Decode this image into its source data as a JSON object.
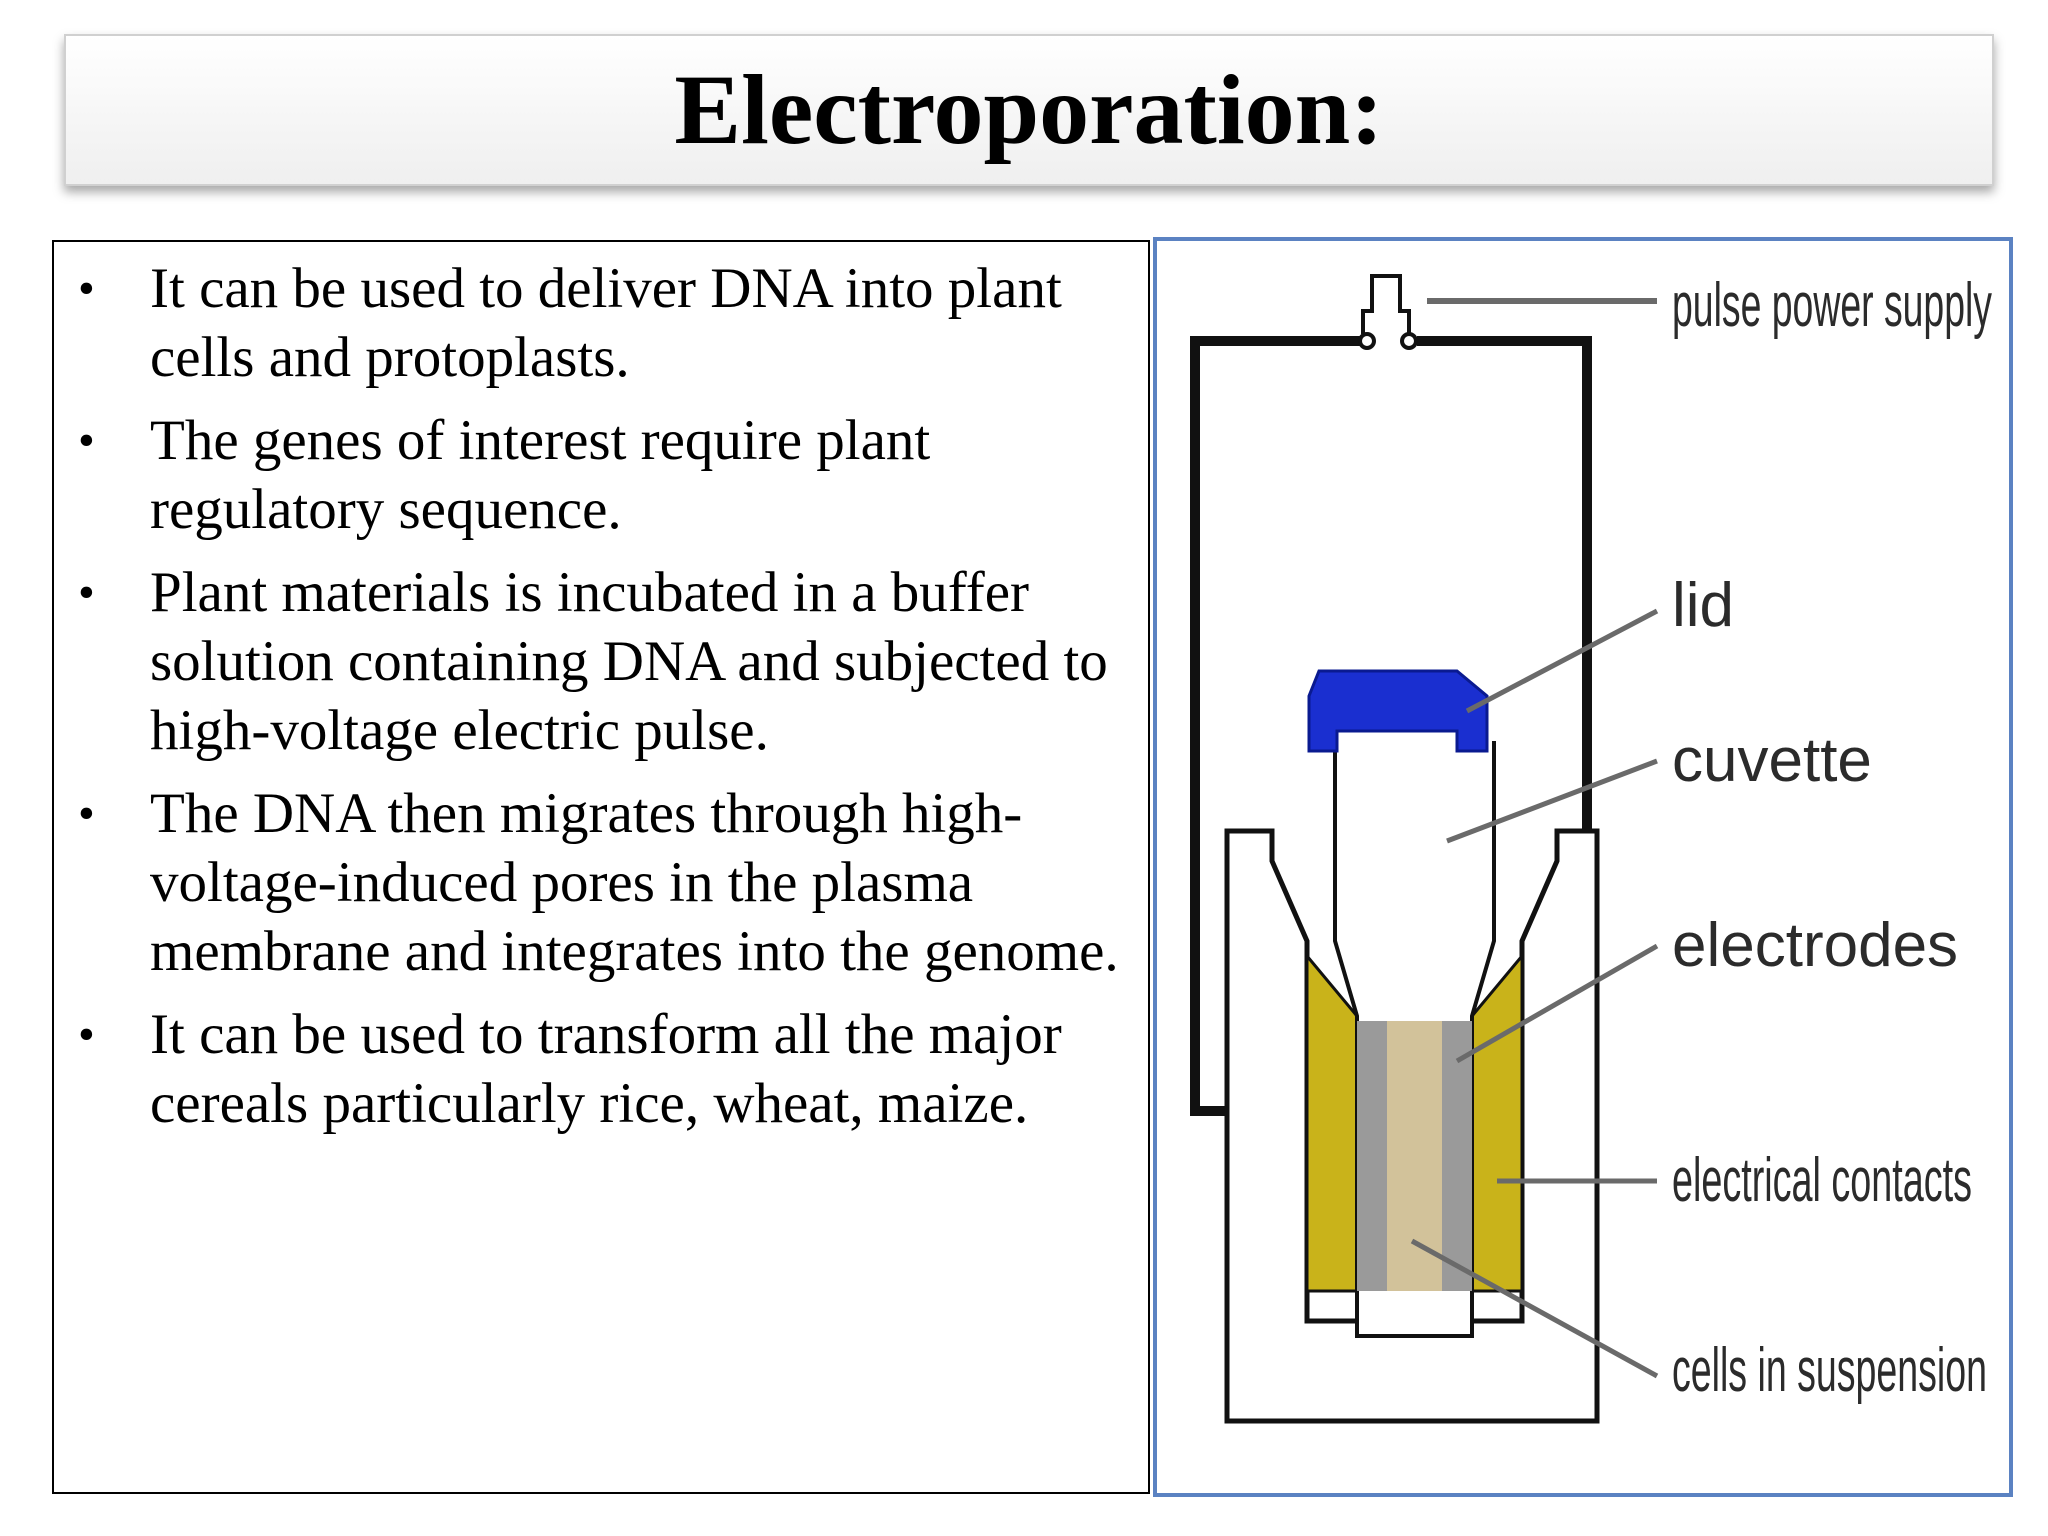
{
  "slide": {
    "title": "Electroporation:"
  },
  "bullets": [
    "It can be used to deliver DNA into plant cells and protoplasts.",
    "The genes of interest require plant regulatory sequence.",
    "Plant materials is incubated in a buffer solution containing DNA and subjected to high-voltage electric pulse.",
    "The DNA then migrates through high-voltage-induced pores in the plasma membrane and integrates into the genome.",
    "It can be used to transform all the major cereals particularly rice, wheat, maize."
  ],
  "bullet_marker": "•",
  "diagram": {
    "labels": {
      "pulse_power_supply": "pulse power supply",
      "lid": "lid",
      "cuvette": "cuvette",
      "electrodes": "electrodes",
      "electrical_contacts": "electrical contacts",
      "cells_in_suspension": "cells in suspension"
    },
    "colors": {
      "lid": "#1a2fd0",
      "electrical_contacts": "#c9b31a",
      "electrodes": "#9a9a9a",
      "cells_in_suspension": "#d2c29a",
      "wire": "#111111",
      "leader_line": "#6a6a6a",
      "frame_border": "#5b82c2"
    }
  }
}
